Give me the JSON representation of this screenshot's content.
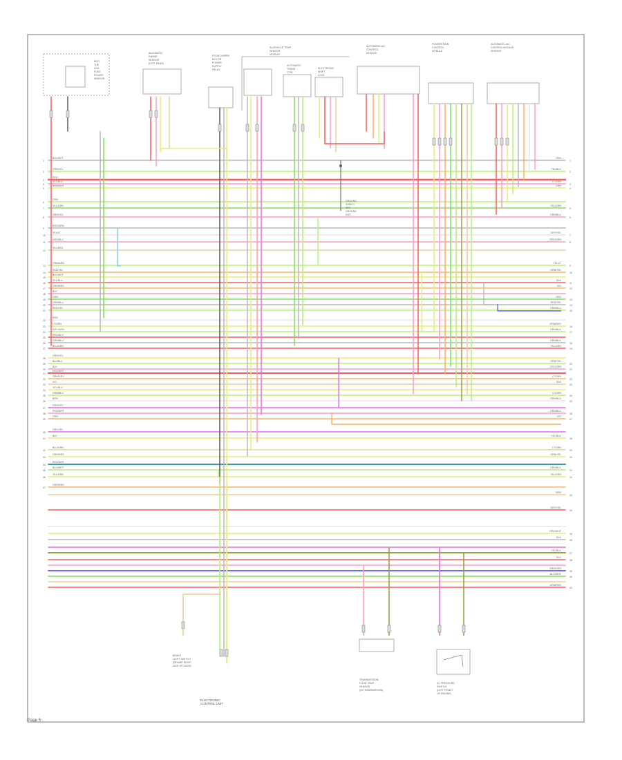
{
  "page": {
    "footer_code": "Page 5"
  },
  "wire_colors": {
    "RED": "#ff5a5a",
    "PINK": "#ff9cc8",
    "ORANGE": "#ffb060",
    "YELLOW": "#ecec70",
    "TAN": "#e8d09a",
    "GREEN": "#7ee05a",
    "LTGREEN": "#b6f070",
    "OLIVE": "#9aa040",
    "BLUE": "#6a6aff",
    "LTBLUE": "#8ad0f0",
    "VIOLET": "#e86ae8",
    "GRAY": "#b8b8b8",
    "BLACK": "#5a5a5a",
    "WHITE": "#e6e6e6",
    "TEAL": "#3a9a9a"
  },
  "left_labels": [
    "BLK/WHT",
    "GRN/YEL",
    "RED",
    "YEL/BLU",
    "BRN/WHT",
    "GRN",
    "YEL/GRN",
    "GRN/YEL",
    "RED/GRN",
    "YEL/LT",
    "GRN/BLU",
    "YEL/RED",
    "ORN/GRN",
    "RED/YEL",
    "BLK/WHT",
    "YEL/BLU",
    "GRN/RED",
    "BLK",
    "GRN",
    "GRN/BLU",
    "RED/YEL",
    "RED",
    "LT/GRN",
    "GRY/GRN",
    "RED/BLU",
    "ORN/BLU",
    "BLU/GRN",
    "GRN/YEL",
    "BLU/BLK",
    "BLK",
    "RED/WHT",
    "GRN/GRY",
    "VIO",
    "YEL/BLU",
    "GRN/BLU",
    "BRN",
    "GRN/YEL",
    "RED/WHT",
    "GRN",
    "GRY/YEL",
    "BLK",
    "BLU/GRN",
    "GRN/RED",
    "RED/WHT",
    "BLU/WHT",
    "YEL/GRN",
    "GRN/RED"
  ],
  "right_labels": [
    "RED",
    "YEL/BLU",
    "LT/GRN",
    "GRN",
    "YEL/GRN",
    "GRN/BLU",
    "GRY/YEL",
    "RED/GRN",
    "YEL/LT",
    "GRN/YEL",
    "BLK",
    "VIO",
    "RED",
    "RED/YEL",
    "GRN/BLU",
    "GRN/RED",
    "GRN/BLU",
    "GRN/BLU",
    "YEL/GRN",
    "GRN/YEL",
    "GRY/GRN",
    "LT/GRN",
    "BLK",
    "LT/GRN",
    "GRN/BLU",
    "GRN/BLU",
    "VIO",
    "YEL/BLU",
    "LT/GRN",
    "GRN/YEL",
    "GRN/BLU",
    "YEL/GRN",
    "BRN",
    "GRY/YEL",
    "RED/WHT",
    "BLK",
    "YEL/BLU",
    "BLK",
    "GRN/GRN",
    "BLU/WHT",
    "GRN/RED"
  ],
  "top_components": [
    {
      "text": "BELT\nTHE\nATM.\nFUSE\nPOWER\nSENSOR"
    },
    {
      "text": "AUTOMATIC\nRANGE\nSENSOR\n(LEFT REAR)"
    },
    {
      "text": "FRONT WIPER\nMOTOR\nPOWER\nSUPPLY\nRELAY"
    },
    {
      "text": "IN-VEHICLE TEMP\nSENSOR\nMODULE"
    },
    {
      "text": "AUTOMATIC\nTRANS\nCTRL"
    },
    {
      "text": "ELECTRONIC\nSHIFT\nLOCK"
    },
    {
      "text": "AUTOMATIC A/C\nCONTROL\nMODULE"
    },
    {
      "text": "POWERTRAIN\nCONTROL\nMODULE"
    },
    {
      "text": "AUTOMATIC A/C\nCONTROL MODULE\nSENSOR"
    }
  ],
  "bottom_components": [
    {
      "text": "BRAKE\nLIGHT SWITCH\n(BEHIND RIGHT\nSIDE OF DASH)"
    },
    {
      "text": "ELECTRONIC\nCONTROL UNIT"
    },
    {
      "text": "TRANSMISSION\nFLUID TEMP\nSENSOR\n(IN TRANSMISSION)"
    },
    {
      "text": "AC PRESSURE\nSWITCH\n(LEFT FRONT\nOF ENGINE)"
    }
  ],
  "center_note": "GROUND\nSHIELD\nSEE\nGROUND\nDIST."
}
